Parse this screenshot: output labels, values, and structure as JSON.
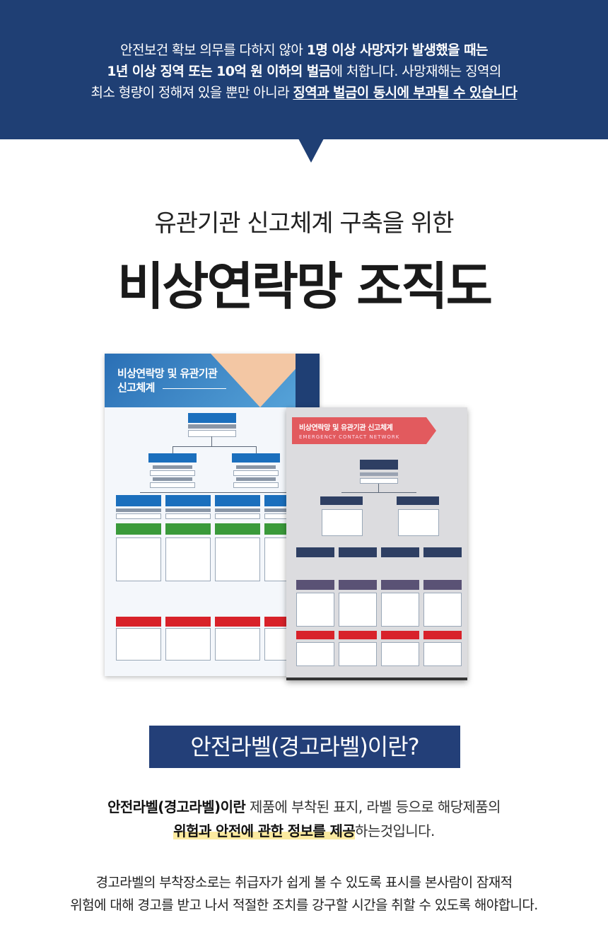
{
  "banner": {
    "line1_a": "안전보건 확보 의무를 다하지 않아 ",
    "line1_b": "1명 이상 사망자가 발생했을 때는",
    "line2_a": "1년 이상 징역 또는 10억 원 이하의 벌금",
    "line2_b": "에 처합니다. 사망재해는 징역의",
    "line3_a": "최소 형량이 정해져 있을 뿐만 아니라 ",
    "line3_b": "징역과 벌금이 동시에 부과될 수 있습니다"
  },
  "heading": {
    "subtitle": "유관기관 신고체계 구축을 위한",
    "title": "비상연락망 조직도"
  },
  "poster_blue": {
    "title_line1": "비상연락망 및 유관기관",
    "title_line2": "신고체계"
  },
  "poster_gray": {
    "title": "비상연락망 및 유관기관 신고체계",
    "subtitle": "EMERGENCY CONTACT NETWORK"
  },
  "section": {
    "badge": "안전라벨(경고라벨)이란?",
    "p1_bold": "안전라벨(경고라벨)이란",
    "p1_rest": " 제품에 부착된 표지, 라벨 등으로 해당제품의",
    "p1_highlight": "위험과 안전에 관한 정보를 제공",
    "p1_end": "하는것입니다.",
    "p2_line1": "경고라벨의 부착장소로는 취급자가 쉽게 볼 수 있도록 표시를 본사람이 잠재적",
    "p2_line2": "위험에 대해 경고를 받고 나서 적절한 조치를 강구할 시간을 취할 수 있도록 해야합니다."
  },
  "colors": {
    "banner_bg": "#1f3f74",
    "badge_bg": "#233f78",
    "highlight": "#fbeaa0",
    "poster_accent_red": "#e25a5e"
  }
}
